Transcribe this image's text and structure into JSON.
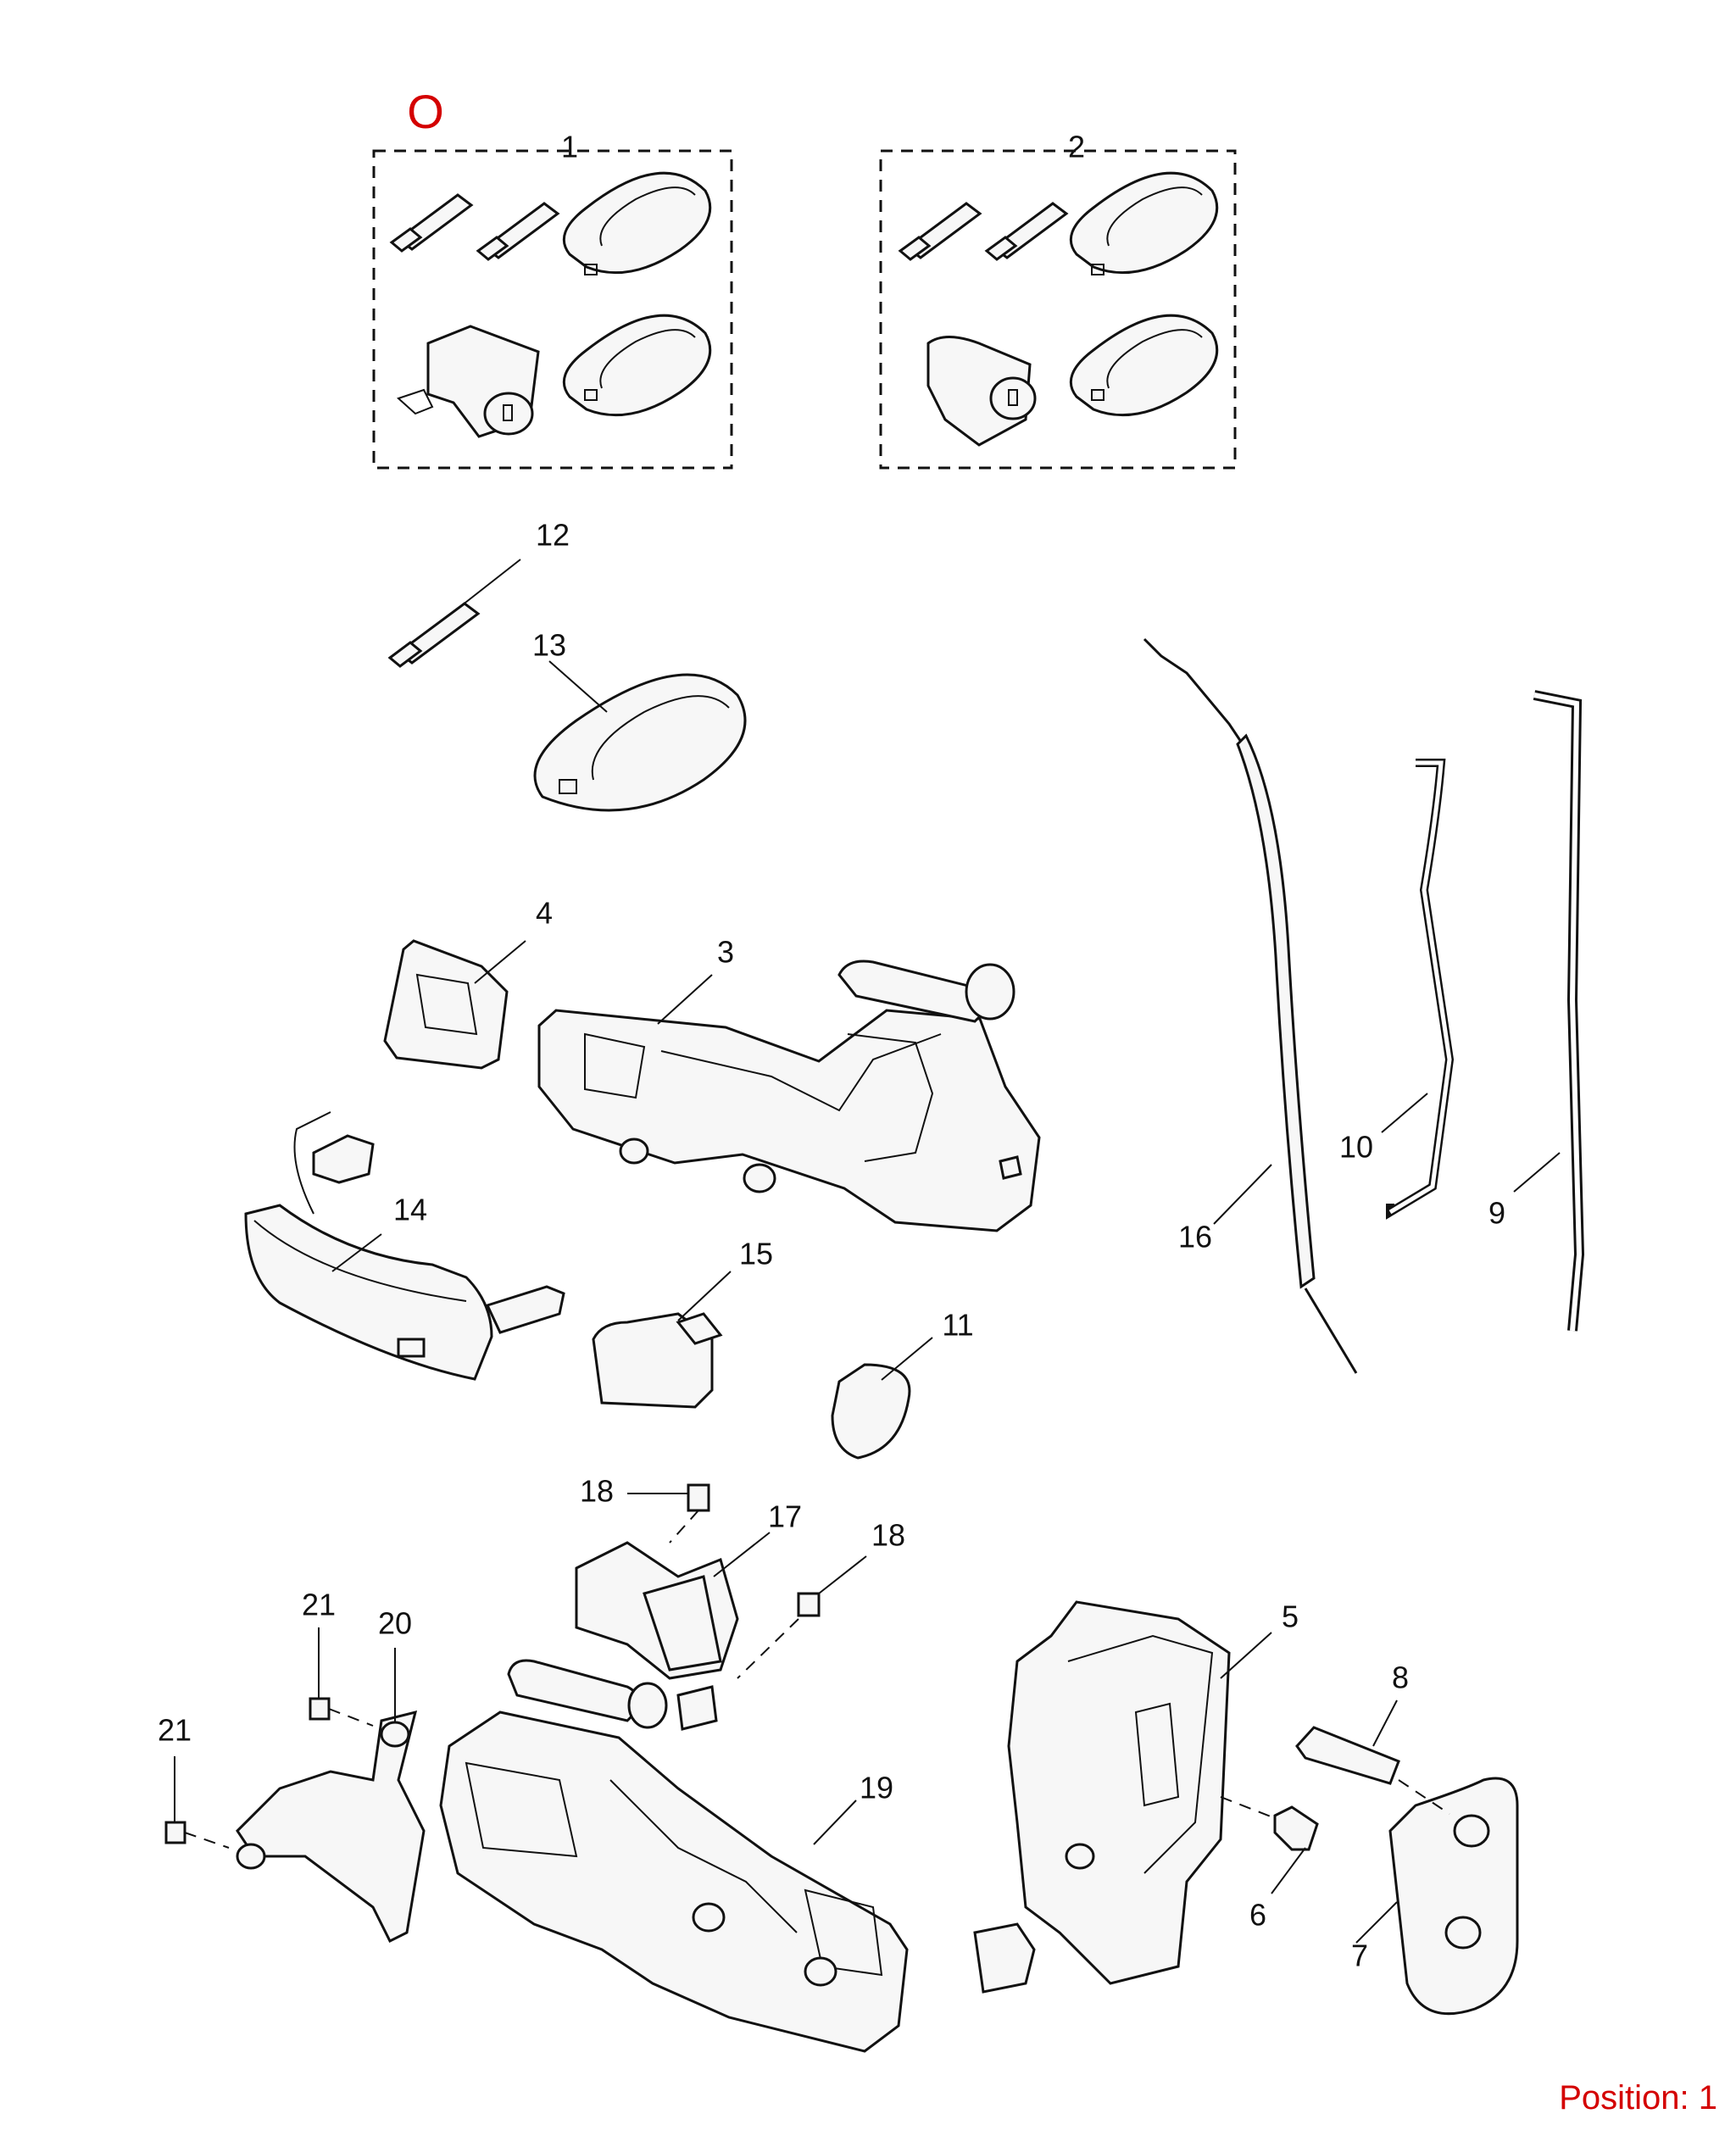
{
  "marker": "O",
  "position_label": "Position: 1",
  "callouts": {
    "c1": "1",
    "c2": "2",
    "c3": "3",
    "c4": "4",
    "c5": "5",
    "c6": "6",
    "c7": "7",
    "c8": "8",
    "c9": "9",
    "c10": "10",
    "c11": "11",
    "c12": "12",
    "c13": "13",
    "c14": "14",
    "c15": "15",
    "c16": "16",
    "c17": "17",
    "c18a": "18",
    "c18b": "18",
    "c19": "19",
    "c20": "20",
    "c21a": "21",
    "c21b": "21"
  },
  "colors": {
    "marker": "#d40000",
    "line": "#111111"
  }
}
